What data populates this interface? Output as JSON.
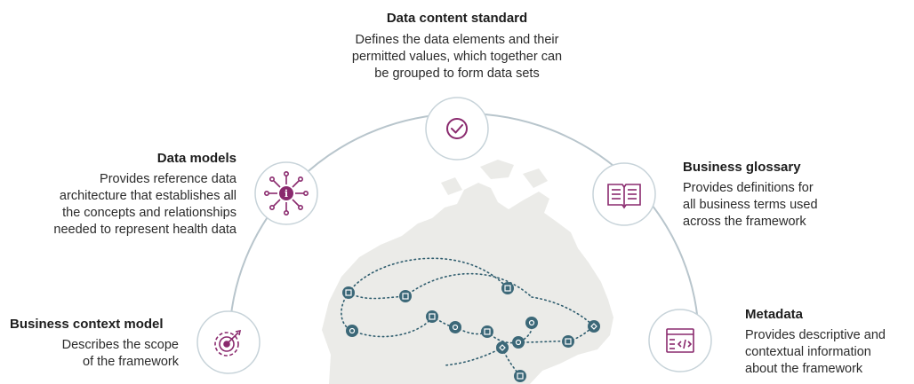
{
  "colors": {
    "arc": "#b8c5cc",
    "circle_fill": "#ffffff",
    "circle_stroke": "#c7d3d9",
    "icon_purple": "#8a2a6e",
    "map_fill": "#ebebe8",
    "route": "#2f5d6e",
    "node": "#3c6878"
  },
  "components": [
    {
      "key": "data-content-standard",
      "title": "Data content standard",
      "icon": "checkmark-icon",
      "description": [
        "Defines the data elements and their",
        "permitted values, which together can",
        "be grouped to form data sets"
      ]
    },
    {
      "key": "data-models",
      "title": "Data models",
      "icon": "network-info-icon",
      "description": [
        "Provides reference data",
        "architecture that establishes all",
        "the concepts and relationships",
        "needed to represent health data"
      ]
    },
    {
      "key": "business-glossary",
      "title": "Business glossary",
      "icon": "open-book-icon",
      "description": [
        "Provides definitions for",
        "all business terms used",
        "across the framework"
      ]
    },
    {
      "key": "business-context-model",
      "title": "Business context model",
      "icon": "gear-target-icon",
      "description": [
        "Describes the scope",
        "of the framework"
      ]
    },
    {
      "key": "metadata",
      "title": "Metadata",
      "icon": "code-document-icon",
      "description": [
        "Provides descriptive and",
        "contextual information",
        "about the framework"
      ]
    }
  ],
  "map": {
    "region": "canada-map",
    "icon": "network-node-icon"
  }
}
